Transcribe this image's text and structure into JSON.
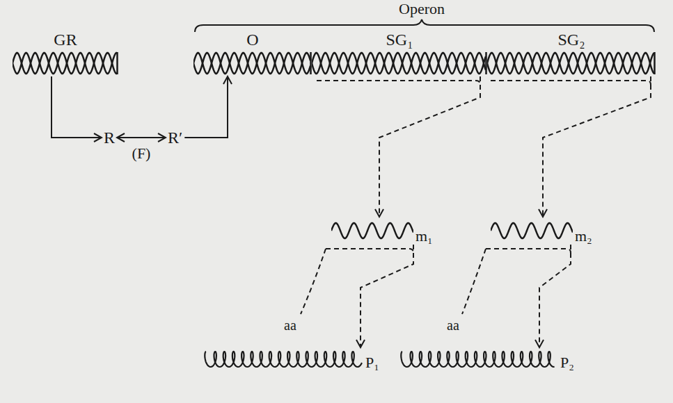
{
  "diagram": {
    "nodes": [
      {
        "text": [
          "GR"
        ]
      },
      {
        "text": [
          "O"
        ]
      },
      {
        "text": [
          "SG₁"
        ]
      },
      {
        "text": [
          "SG₂"
        ]
      },
      {
        "text": [
          "R"
        ]
      },
      {
        "text": [
          "R′"
        ]
      },
      {
        "text": [
          "m₁"
        ]
      },
      {
        "text": [
          "m₂"
        ]
      },
      {
        "text": [
          "P₁"
        ]
      },
      {
        "text": [
          "P₂"
        ]
      }
    ],
    "edges": [
      {
        "from": 0,
        "to": 4,
        "arrow": "to"
      },
      {
        "from": 4,
        "to": 5,
        "arrow": "both",
        "label": "(F)"
      },
      {
        "from": 5,
        "to": 1,
        "arrow": "to"
      },
      {
        "from": 2,
        "to": 6,
        "arrow": "to"
      },
      {
        "from": 3,
        "to": 7,
        "arrow": "to"
      },
      {
        "from": 6,
        "to": 8,
        "arrow": "to"
      },
      {
        "from": 7,
        "to": 9,
        "arrow": "to"
      }
    ],
    "labels": [
      "Operon",
      "aa",
      "aa"
    ]
  }
}
